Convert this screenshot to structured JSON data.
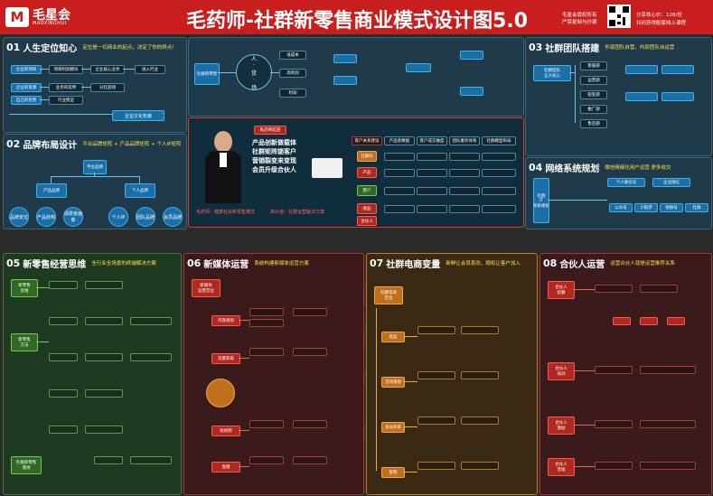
{
  "header": {
    "logo_mark": "M",
    "logo_text": "毛星会",
    "logo_sub": "MAOXINGHUI",
    "title": "毛药师-社群新零售商业模式设计图5.0",
    "copyright_line1": "毛星会版权所有",
    "copyright_line2": "严禁复制与抄袭",
    "share_line1": "分享核心价：128/份",
    "share_line2": "扫码获得配套线上课程"
  },
  "panels": {
    "p01": {
      "num": "01",
      "title": "人生定位知心",
      "sub": "定位是一切商业的起点，决定了你的终点！"
    },
    "p02": {
      "num": "02",
      "title": "品牌布局设计",
      "sub": "平台品牌矩阵 + 产品品牌矩阵 + 个人IP矩阵"
    },
    "center": {
      "items": [
        "客户关系建设",
        "产品系数据",
        "客户成交维度",
        "团队服务体系",
        "社群模型布局"
      ],
      "person_lines": [
        "产品创新做载体",
        "社群矩阵锁客户",
        "营销裂变来变现",
        "会员升级合伙人"
      ],
      "cert_label": "私药师起道",
      "tags": [
        "社群标",
        "客户",
        "产品",
        "收益",
        "合伙人"
      ],
      "bottom_left": "毛药师：健康社会新零售模式",
      "bottom_right": "高价值：社群运营解决方案"
    },
    "top_mid": {
      "main": "社群新零售",
      "people": "人\n·\n货\n·\n场",
      "l1": "低成本",
      "l2": "高利润",
      "l3": "利润"
    },
    "p03": {
      "num": "03",
      "title": "社群团队搭建",
      "sub": "外部团队自营，内部团队自运营"
    },
    "p04": {
      "num": "04",
      "title": "网络系统规划",
      "sub": "微信精细化用户运营 更多成交"
    },
    "p05": {
      "num": "05",
      "title": "新零售经营思维",
      "sub": "全行业全场景的终端解决方案"
    },
    "p06": {
      "num": "06",
      "title": "新媒体运营",
      "sub": "系统构建新媒体运营方案"
    },
    "p07": {
      "num": "07",
      "title": "社群电商变量",
      "sub": "新鲜让会员喜欢，顺权让客户加入"
    },
    "p08": {
      "num": "08",
      "title": "合伙人运营",
      "sub": "运营合伙人就是运营推荐关系"
    }
  },
  "boxes_p01": [
    "企业的项目",
    "项目利润模块",
    "企业核心业务",
    "进入行业",
    "企业的资源",
    "业务的延伸",
    "分红底线",
    "自己的优势",
    "行业壁垒",
    "企业文化包装"
  ],
  "boxes_p02": [
    "平台品牌",
    "产品品牌",
    "个人品牌",
    "品牌定位",
    "产品结构",
    "消费者画像",
    "个人IP",
    "团队品牌",
    "会员品牌"
  ],
  "boxes_p03": [
    "社群团队\n五大核心",
    "客服部",
    "运营部",
    "裂变部",
    "推广部",
    "售后部"
  ],
  "boxes_p04": [
    "社群\nIT\n系统规划",
    "个人微信号",
    "企业微信",
    "公众号",
    "小程序",
    "视频号",
    "社群"
  ],
  "boxes_p05": [
    "新零售\n思维",
    "新零售\n方法",
    "社群新零售\n落地"
  ],
  "boxes_p06": [
    "新媒体\n运营定位",
    "内容规划",
    "流量获取",
    "短视频",
    "直播"
  ],
  "boxes_p07": [
    "社群电商\n定位",
    "选品",
    "活动策划",
    "会员体系",
    "复购"
  ],
  "boxes_p08": [
    "合伙人\n招募",
    "合伙人\n培训",
    "合伙人\n激励",
    "合伙人\n晋级"
  ],
  "watermark": "毛"
}
